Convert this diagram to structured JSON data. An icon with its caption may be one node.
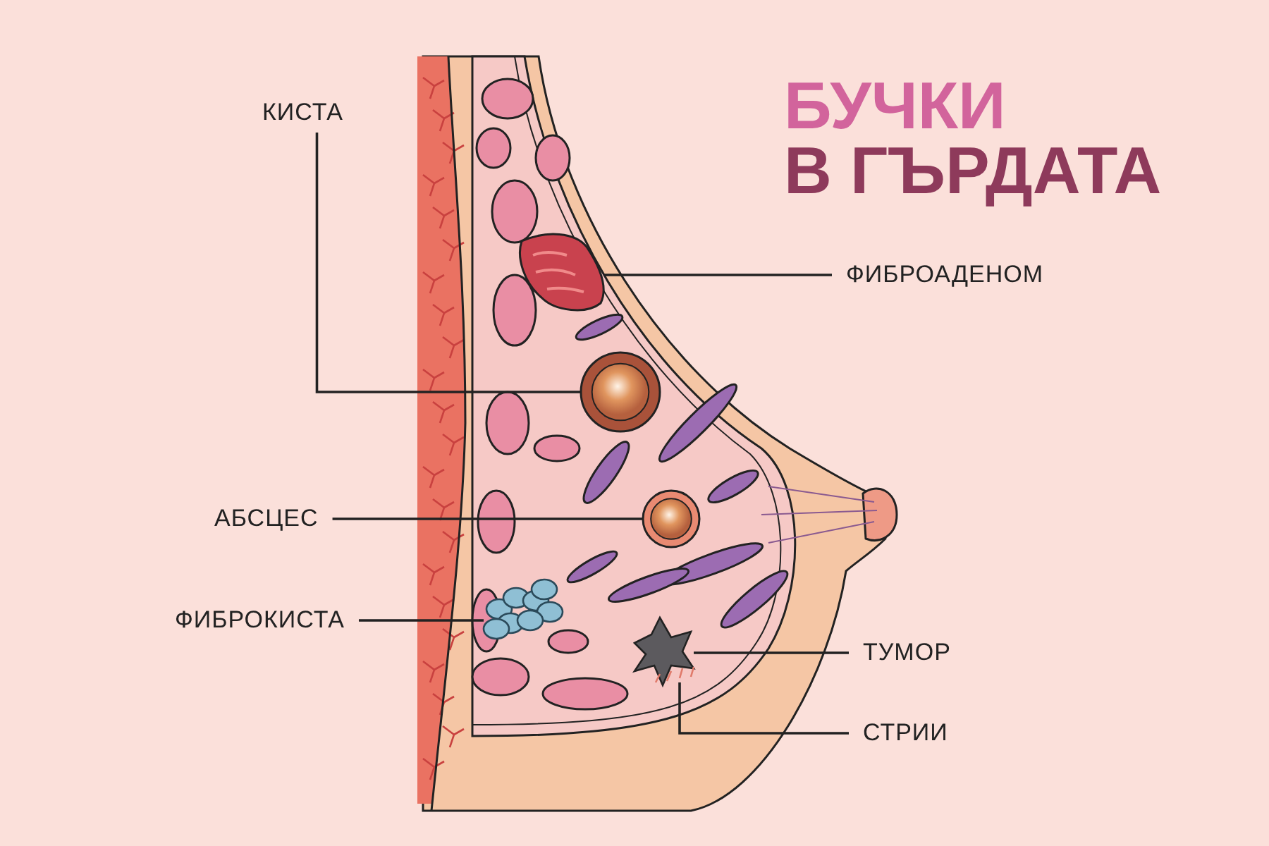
{
  "diagram": {
    "title": "БУЧКИ В ГЪРДАТА",
    "nodes": [
      {
        "text": [
          "КИСТА"
        ]
      },
      {
        "text": [],
        "shape": "circle"
      },
      {
        "text": [
          "ФИБРОАДЕНОМ"
        ]
      },
      {
        "text": [],
        "shape": "picture"
      },
      {
        "text": [
          "АБСЦЕС"
        ]
      },
      {
        "text": [],
        "shape": "circle"
      },
      {
        "text": [
          "ФИБРОКИСТА"
        ]
      },
      {
        "text": [],
        "shape": "picture"
      },
      {
        "text": [
          "ТУМОР"
        ]
      },
      {
        "text": [],
        "shape": "picture"
      },
      {
        "text": [
          "СТРИИ"
        ]
      },
      {
        "text": [],
        "shape": "picture"
      }
    ],
    "edges": [
      {
        "from": 0,
        "to": 1,
        "arrow": "none"
      },
      {
        "from": 2,
        "to": 3,
        "arrow": "none"
      },
      {
        "from": 4,
        "to": 5,
        "arrow": "none"
      },
      {
        "from": 6,
        "to": 7,
        "arrow": "none"
      },
      {
        "from": 8,
        "to": 9,
        "arrow": "none"
      },
      {
        "from": 10,
        "to": 11,
        "arrow": "none"
      }
    ]
  }
}
